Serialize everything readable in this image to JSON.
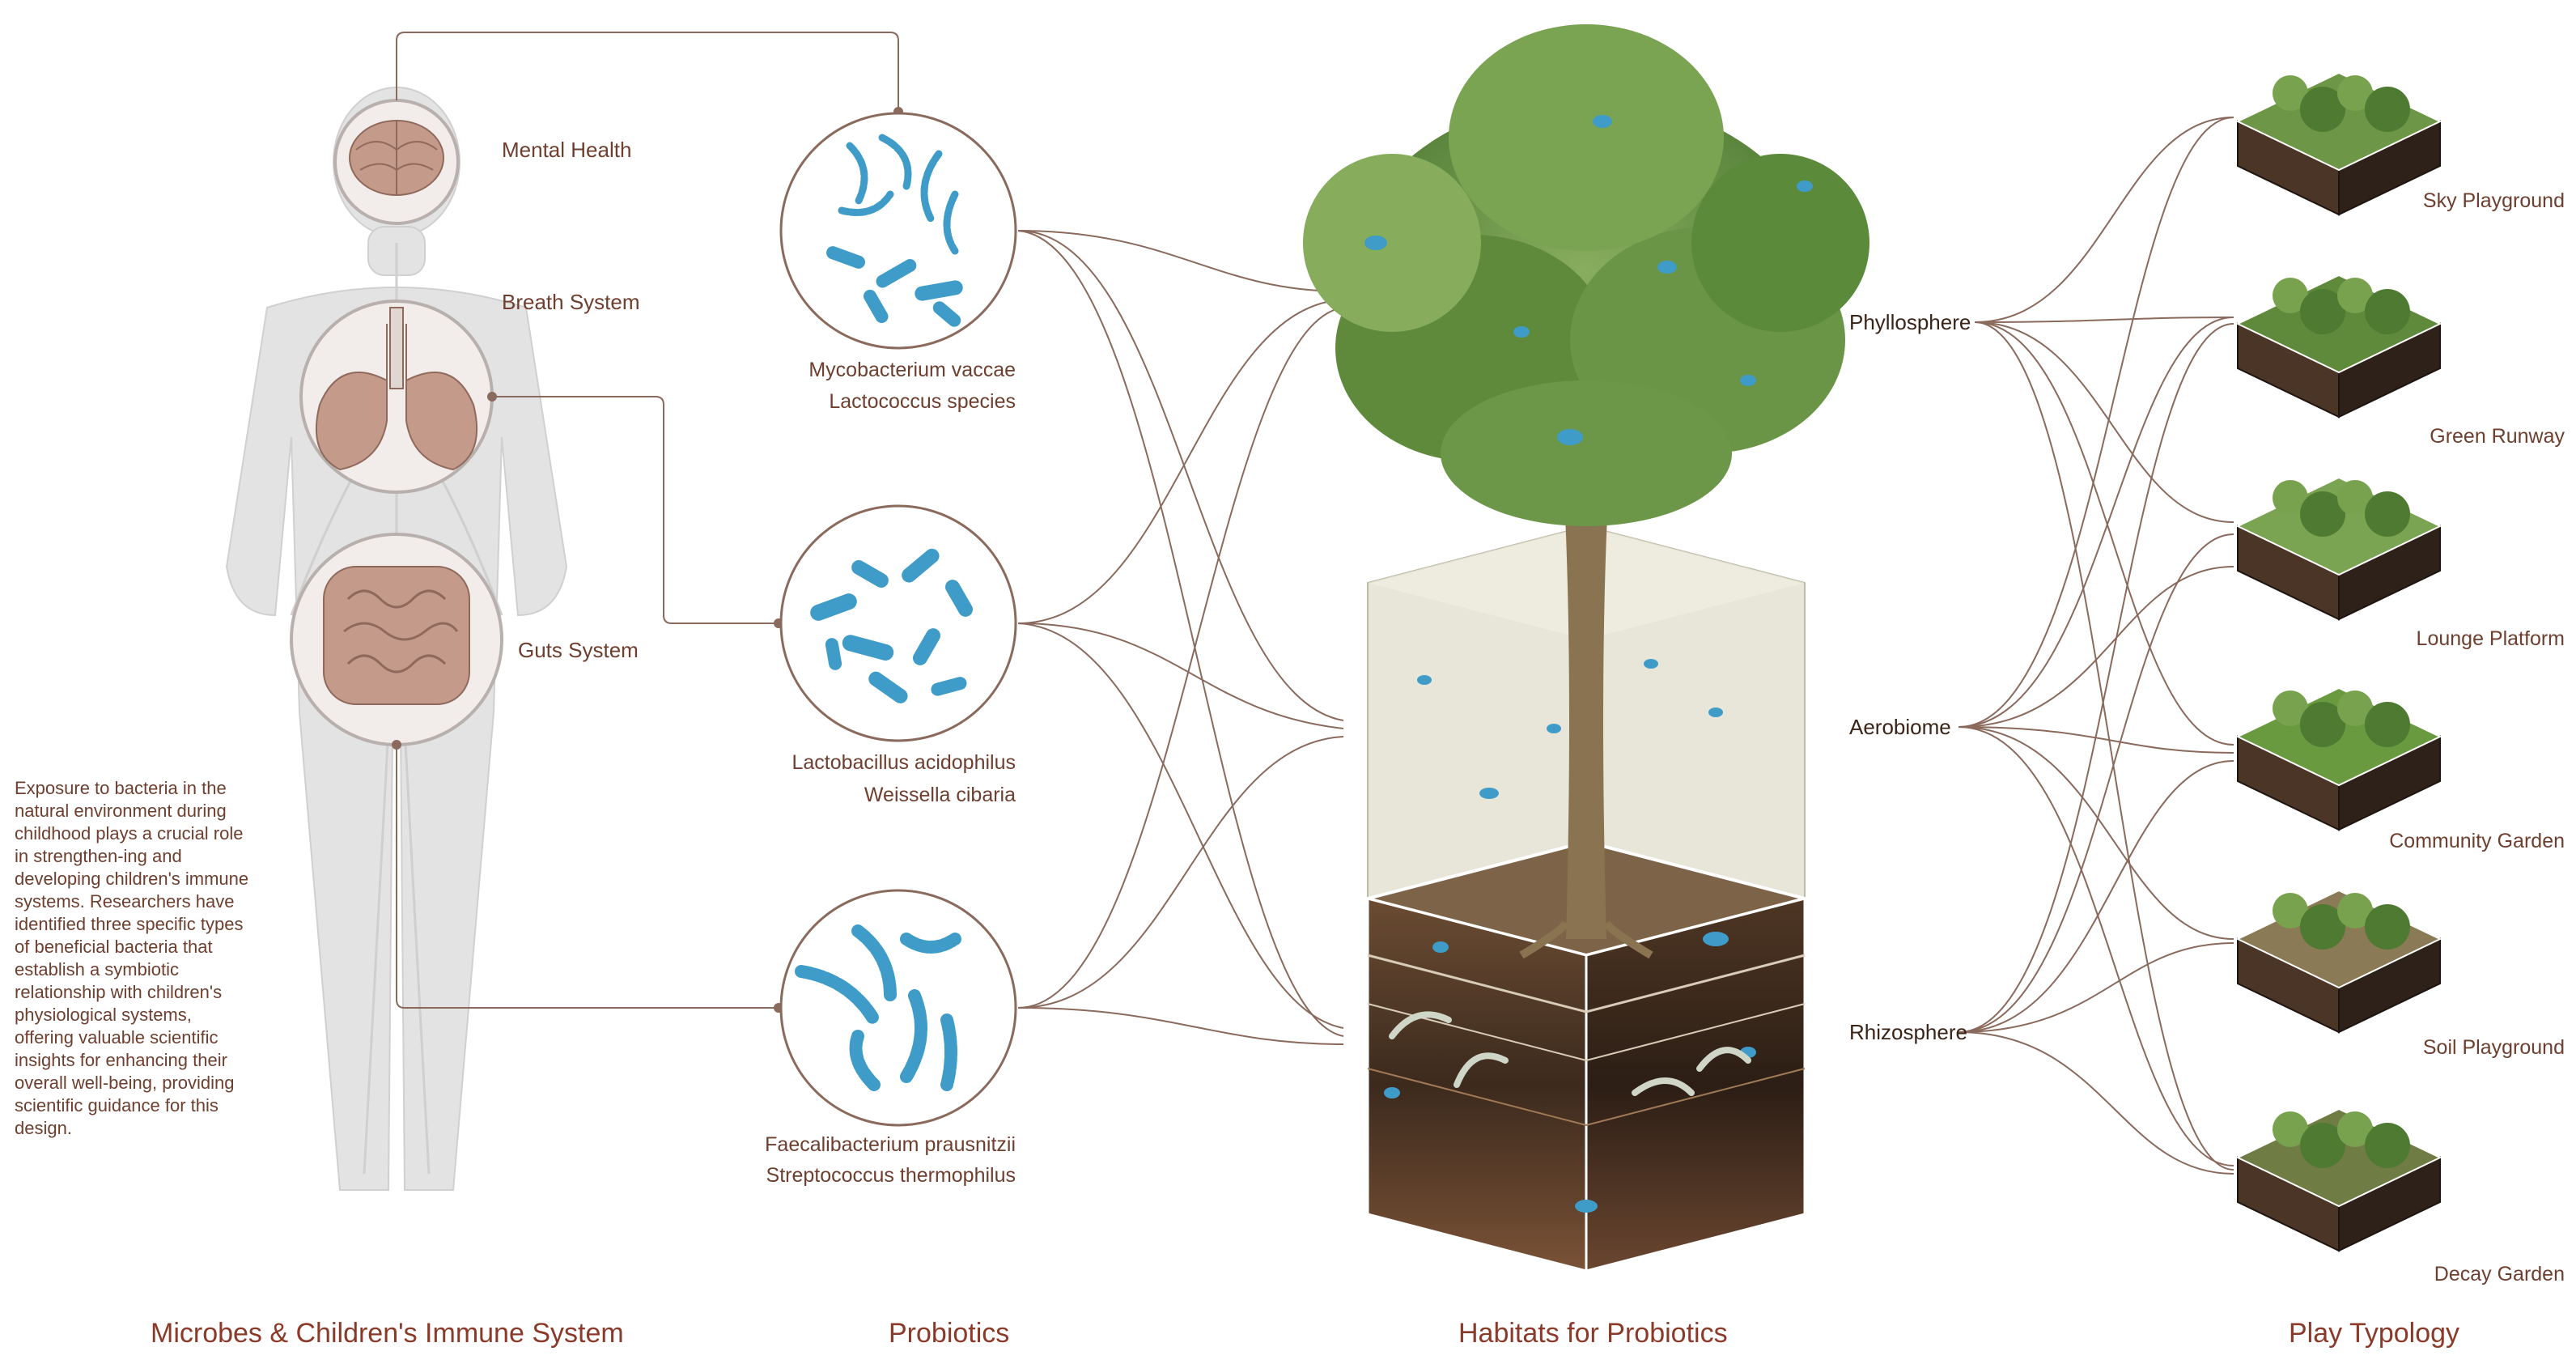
{
  "colors": {
    "line": "#8a6a5c",
    "microbe": "#3f9cc8",
    "accent_text": "#8b3a2a",
    "organ": "#b8897a",
    "body": "#dcdcdc",
    "leaf": "#6f9a4a",
    "soil": "#5a3e2a"
  },
  "organs": [
    {
      "label": "Mental Health",
      "icon": "brain-icon"
    },
    {
      "label": "Breath System",
      "icon": "lungs-icon"
    },
    {
      "label": "Guts System",
      "icon": "intestine-icon"
    }
  ],
  "intro_paragraph": "Exposure to bacteria in the natural environment during childhood plays a crucial role in strengthen-ing and developing children's immune systems. Researchers have identified three specific types of beneficial bacteria that establish a symbiotic relationship with children's physiological systems, offering valuable scientific insights for enhancing their overall well-being, providing scientific guidance for this design.",
  "probiotics": [
    {
      "name_1": "Mycobacterium vaccae",
      "name_2": "Lactococcus species",
      "icon": "chain-bacteria-icon"
    },
    {
      "name_1": "Lactobacillus acidophilus",
      "name_2": "Weissella cibaria",
      "icon": "rod-bacteria-icon"
    },
    {
      "name_1": "Faecalibacterium prausnitzii",
      "name_2": "Streptococcus thermophilus",
      "icon": "streptococcus-icon"
    }
  ],
  "habitats": [
    "Phyllosphere",
    "Aerobiome",
    "Rhizosphere"
  ],
  "play_types": [
    "Sky Playground",
    "Green Runway",
    "Lounge Platform",
    "Community Garden",
    "Soil Playground",
    "Decay Garden"
  ],
  "section_titles": {
    "immune": "Microbes & Children's Immune System",
    "probiotics": "Probiotics",
    "habitats": "Habitats for Probiotics",
    "play": "Play Typology"
  }
}
